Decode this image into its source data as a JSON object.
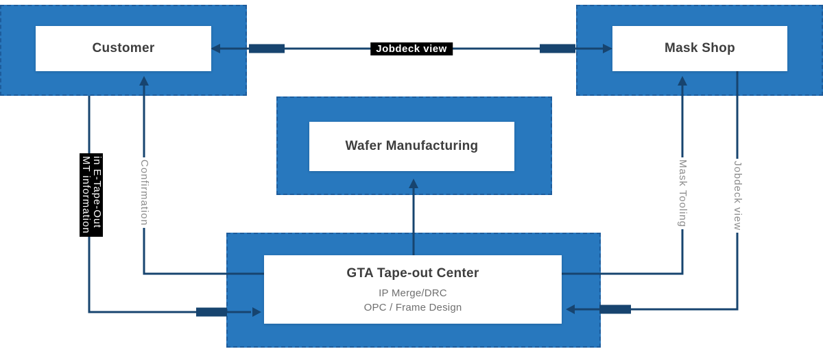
{
  "nodes": {
    "customer": {
      "label": "Customer"
    },
    "mask_shop": {
      "label": "Mask Shop"
    },
    "wafer_manufacturing": {
      "label": "Wafer Manufacturing"
    },
    "gta_tapeout_center": {
      "label": "GTA Tape-out Center",
      "sub_line1": "IP Merge/DRC",
      "sub_line2": "OPC / Frame Design"
    }
  },
  "edges": {
    "jobdeck_view_top": {
      "label": "Jobdeck view",
      "highlighted": true
    },
    "mt_information": {
      "label_line1": "MT information",
      "label_line2": "in E-Tape-Out",
      "highlighted": true
    },
    "confirmation": {
      "label": "Confirmation",
      "highlighted": false
    },
    "mask_tooling": {
      "label": "Mask Tooling",
      "highlighted": false
    },
    "jobdeck_view_right": {
      "label": "Jobdeck view",
      "highlighted": false
    }
  },
  "colors": {
    "node_fill": "#2878BE",
    "node_border": "#1D5C9C",
    "connector": "#17446F",
    "label_gray": "#8C8C8C",
    "highlight_bg": "#000000",
    "highlight_text": "#FFFFFF",
    "title_text": "#3D3D3D"
  }
}
